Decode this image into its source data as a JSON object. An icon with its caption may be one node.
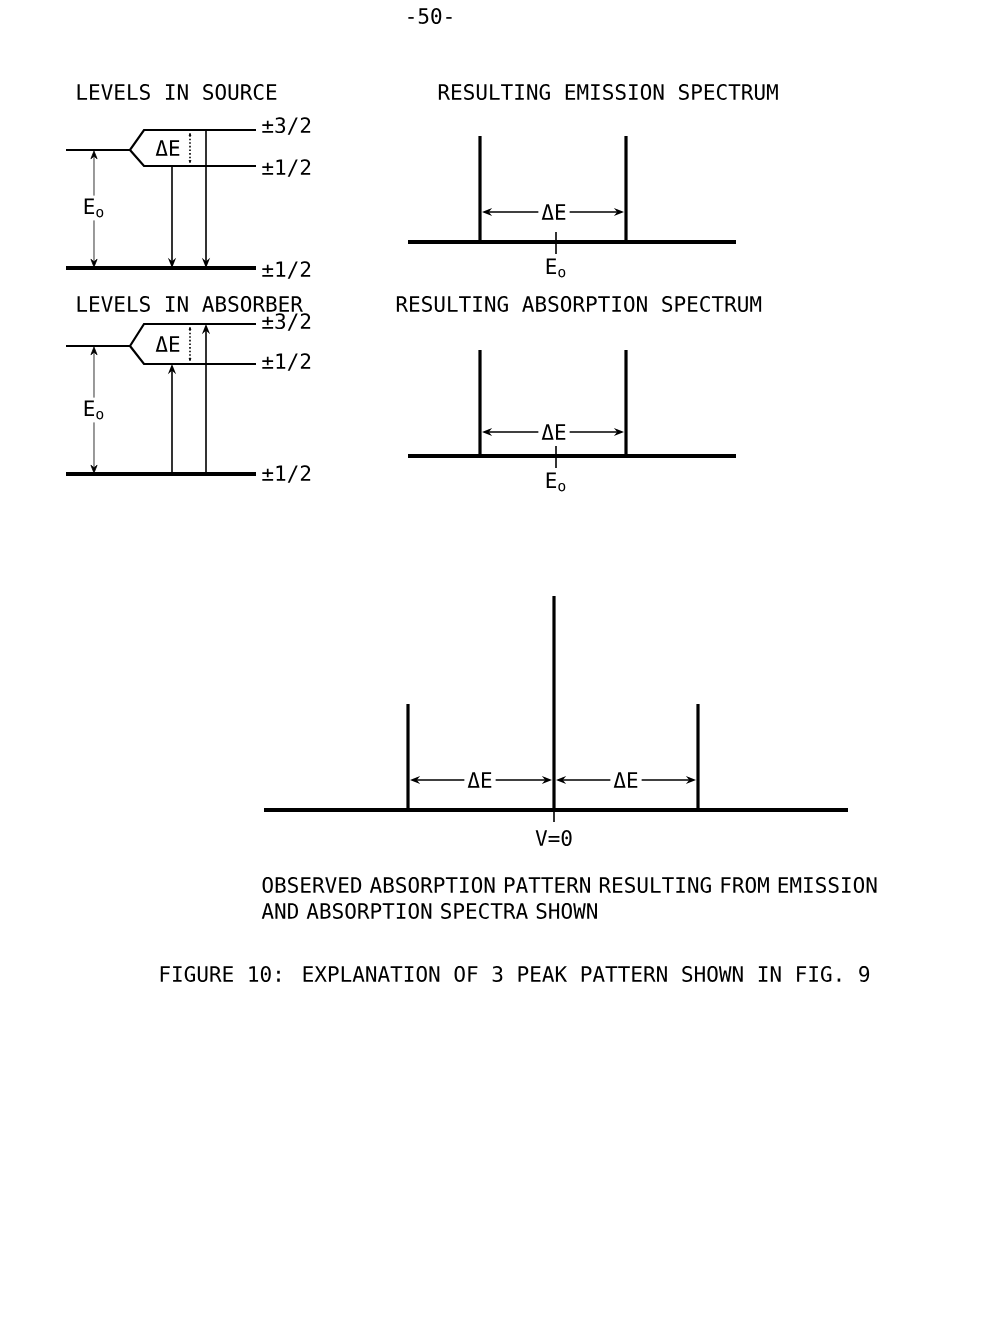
{
  "diagram": {
    "caption": "FIGURE 10: EXPLANATION OF 3 PEAK PATTERN SHOWN IN FIG. 9",
    "labels": [
      "-50-",
      "LEVELS IN SOURCE",
      "RESULTING EMISSION SPECTRUM",
      "ΔE",
      "±3/2",
      "±1/2",
      "E$_{o}$",
      "±1/2",
      "ΔE",
      "E$_{o}$",
      "LEVELS IN ABSORBER",
      "RESULTING ABSORPTION SPECTRUM",
      "ΔE",
      "±3/2",
      "±1/2",
      "E$_{o}$",
      "±1/2",
      "ΔE",
      "E$_{o}$",
      "ΔE",
      "ΔE",
      "V=0",
      "OBSERVED ABSORPTION PATTERN RESULTING FROM EMISSION AND ABSORPTION SPECTRA SHOWN"
    ]
  }
}
